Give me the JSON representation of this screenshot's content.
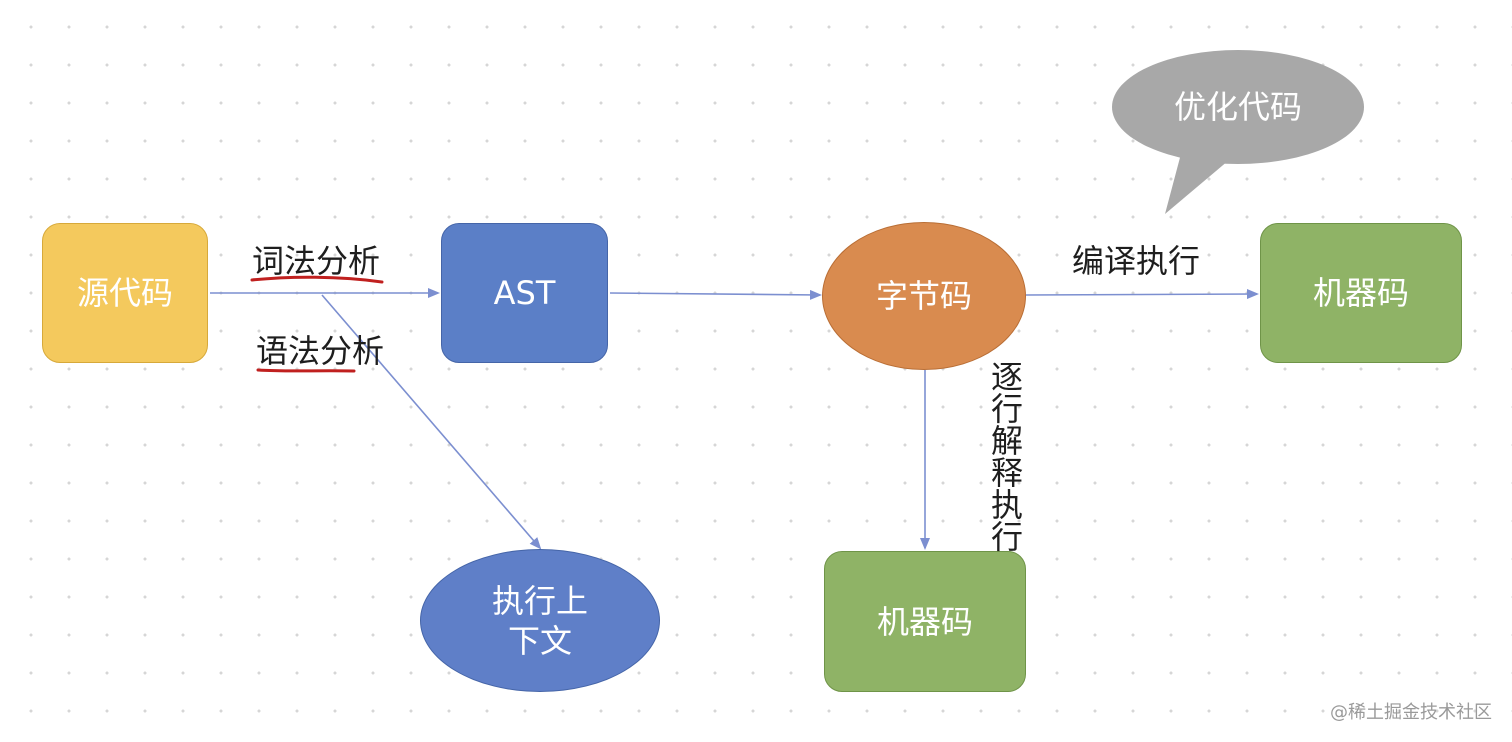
{
  "nodes": {
    "source_code": "源代码",
    "ast": "AST",
    "bytecode": "字节码",
    "machine_code_top": "机器码",
    "machine_code_bottom": "机器码",
    "exec_context": "执行上\n下文",
    "optimize_bubble": "优化代码"
  },
  "edge_labels": {
    "lexical": "词法分析",
    "syntax": "语法分析",
    "compile_exec": "编译执行",
    "interpret_exec": "逐行解释执行"
  },
  "watermark": "@稀土掘金技术社区",
  "colors": {
    "source_code": "#f4c95d",
    "source_code_border": "#d7a93a",
    "ast": "#5b7fc7",
    "ast_border": "#4565a8",
    "bytecode": "#d98b4f",
    "bytecode_border": "#b96e35",
    "machine_code": "#8fb366",
    "machine_code_border": "#6f9448",
    "exec_context": "#5f7fc8",
    "exec_context_border": "#4565a8",
    "bubble": "#a8a8a8",
    "arrow": "#7c8fd0",
    "underline": "#c0201f"
  }
}
